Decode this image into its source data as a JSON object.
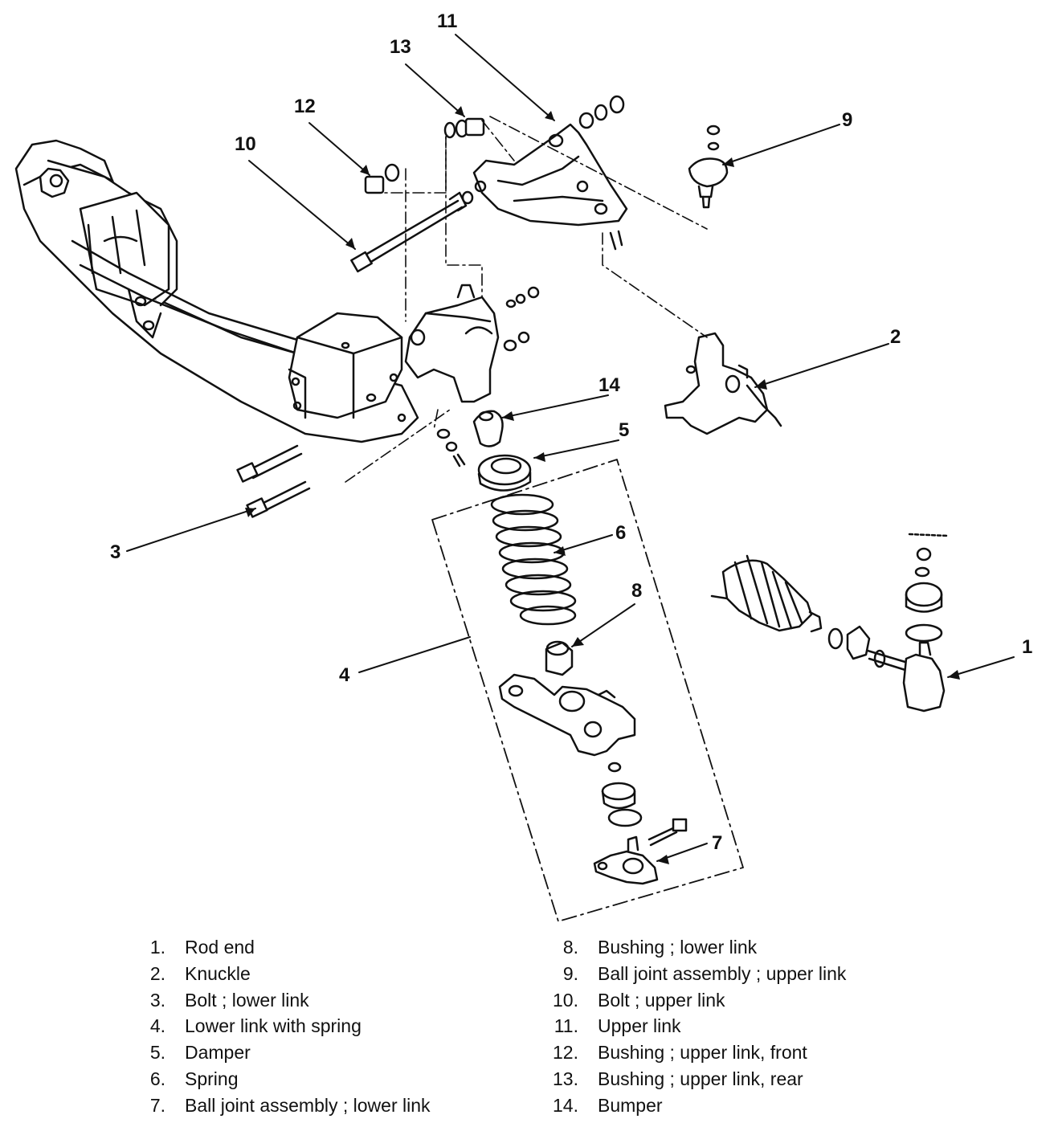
{
  "callouts": [
    "1",
    "2",
    "3",
    "4",
    "5",
    "6",
    "7",
    "8",
    "9",
    "10",
    "11",
    "12",
    "13",
    "14"
  ],
  "legend": [
    {
      "num": "1.",
      "text": "Rod end"
    },
    {
      "num": "2.",
      "text": "Knuckle"
    },
    {
      "num": "3.",
      "text": "Bolt ; lower link"
    },
    {
      "num": "4.",
      "text": "Lower link with spring"
    },
    {
      "num": "5.",
      "text": "Damper"
    },
    {
      "num": "6.",
      "text": "Spring"
    },
    {
      "num": "7.",
      "text": "Ball joint assembly ; lower link"
    },
    {
      "num": "8.",
      "text": "Bushing ; lower link"
    },
    {
      "num": "9.",
      "text": "Ball joint assembly ; upper link"
    },
    {
      "num": "10.",
      "text": "Bolt ; upper link"
    },
    {
      "num": "11.",
      "text": "Upper link"
    },
    {
      "num": "12.",
      "text": "Bushing ; upper link, front"
    },
    {
      "num": "13.",
      "text": "Bushing ; upper link, rear"
    },
    {
      "num": "14.",
      "text": "Bumper"
    }
  ]
}
